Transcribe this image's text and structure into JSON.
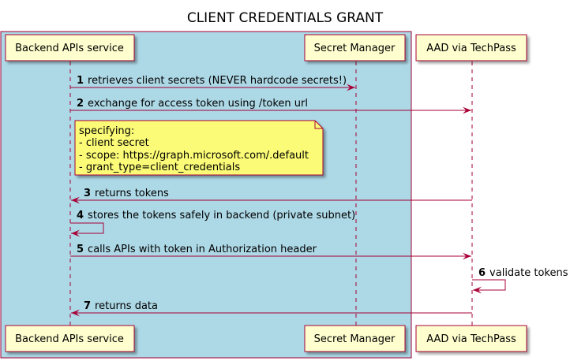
{
  "title": "CLIENT CREDENTIALS GRANT",
  "participants": {
    "backend": "Backend APIs service",
    "secret_manager": "Secret Manager",
    "aad": "AAD via TechPass"
  },
  "colors": {
    "box_fill": "#ADD8E6",
    "box_border": "#A80036",
    "participant_fill": "#FEFECE",
    "note_fill": "#FBFB77",
    "arrow": "#A80036"
  },
  "messages": [
    {
      "num": "1",
      "text": "retrieves client secrets (NEVER hardcode secrets!)"
    },
    {
      "num": "2",
      "text": "exchange for access token using /token url"
    },
    {
      "num": "3",
      "text": "returns tokens"
    },
    {
      "num": "4",
      "text": "stores the tokens safely in backend (private subnet)"
    },
    {
      "num": "5",
      "text": "calls APIs with token in Authorization header"
    },
    {
      "num": "6",
      "text": "validate tokens"
    },
    {
      "num": "7",
      "text": "returns data"
    }
  ],
  "note": {
    "lines": [
      "specifying:",
      "- client secret",
      "- scope: https://graph.microsoft.com/.default",
      "- grant_type=client_credentials"
    ]
  }
}
